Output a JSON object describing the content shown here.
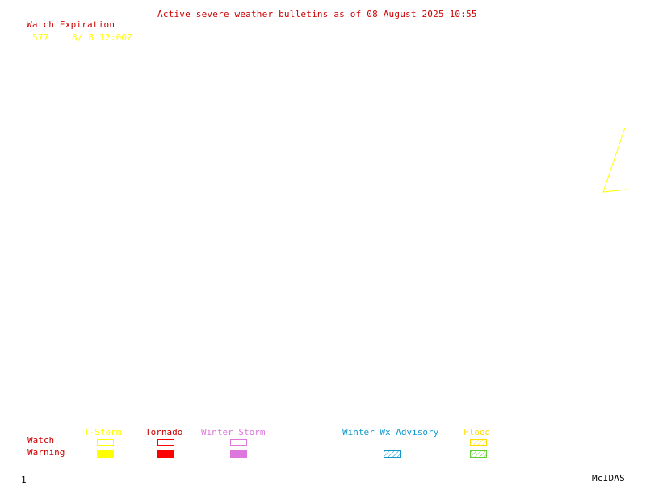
{
  "header": {
    "title": "Active severe weather bulletins as of 08 August 2025 10:55",
    "title_color": "#cc0000"
  },
  "watch_list": {
    "heading": "Watch Expiration",
    "heading_color": "#cc0000",
    "entries": [
      {
        "number": "577",
        "expiration": "8/ 8 12:00Z",
        "color": "#ffff00"
      }
    ]
  },
  "map": {
    "watch_polygon_color": "#ffff00"
  },
  "legend": {
    "row_labels": {
      "watch": "Watch",
      "warning": "Warning",
      "color": "#cc0000"
    },
    "columns": [
      {
        "label": "T-Storm",
        "color": "#ffff00",
        "watch_style": "outline",
        "warning_style": "filled"
      },
      {
        "label": "Tornado",
        "color": "#ff0000",
        "watch_style": "outline",
        "warning_style": "filled"
      },
      {
        "label": "Winter Storm",
        "color": "#dd77dd",
        "watch_style": "outline",
        "warning_style": "filled"
      },
      {
        "label": "Winter Wx Advisory",
        "color": "#1199cc",
        "watch_style": "none",
        "warning_style": "hatched"
      },
      {
        "label": "Flood",
        "color": "#ffdd00",
        "watch_style": "hatched",
        "warning_style": "hatched",
        "warning_color": "#66cc33"
      }
    ]
  },
  "footer": {
    "frame_number": "1",
    "brand": "McIDAS"
  }
}
